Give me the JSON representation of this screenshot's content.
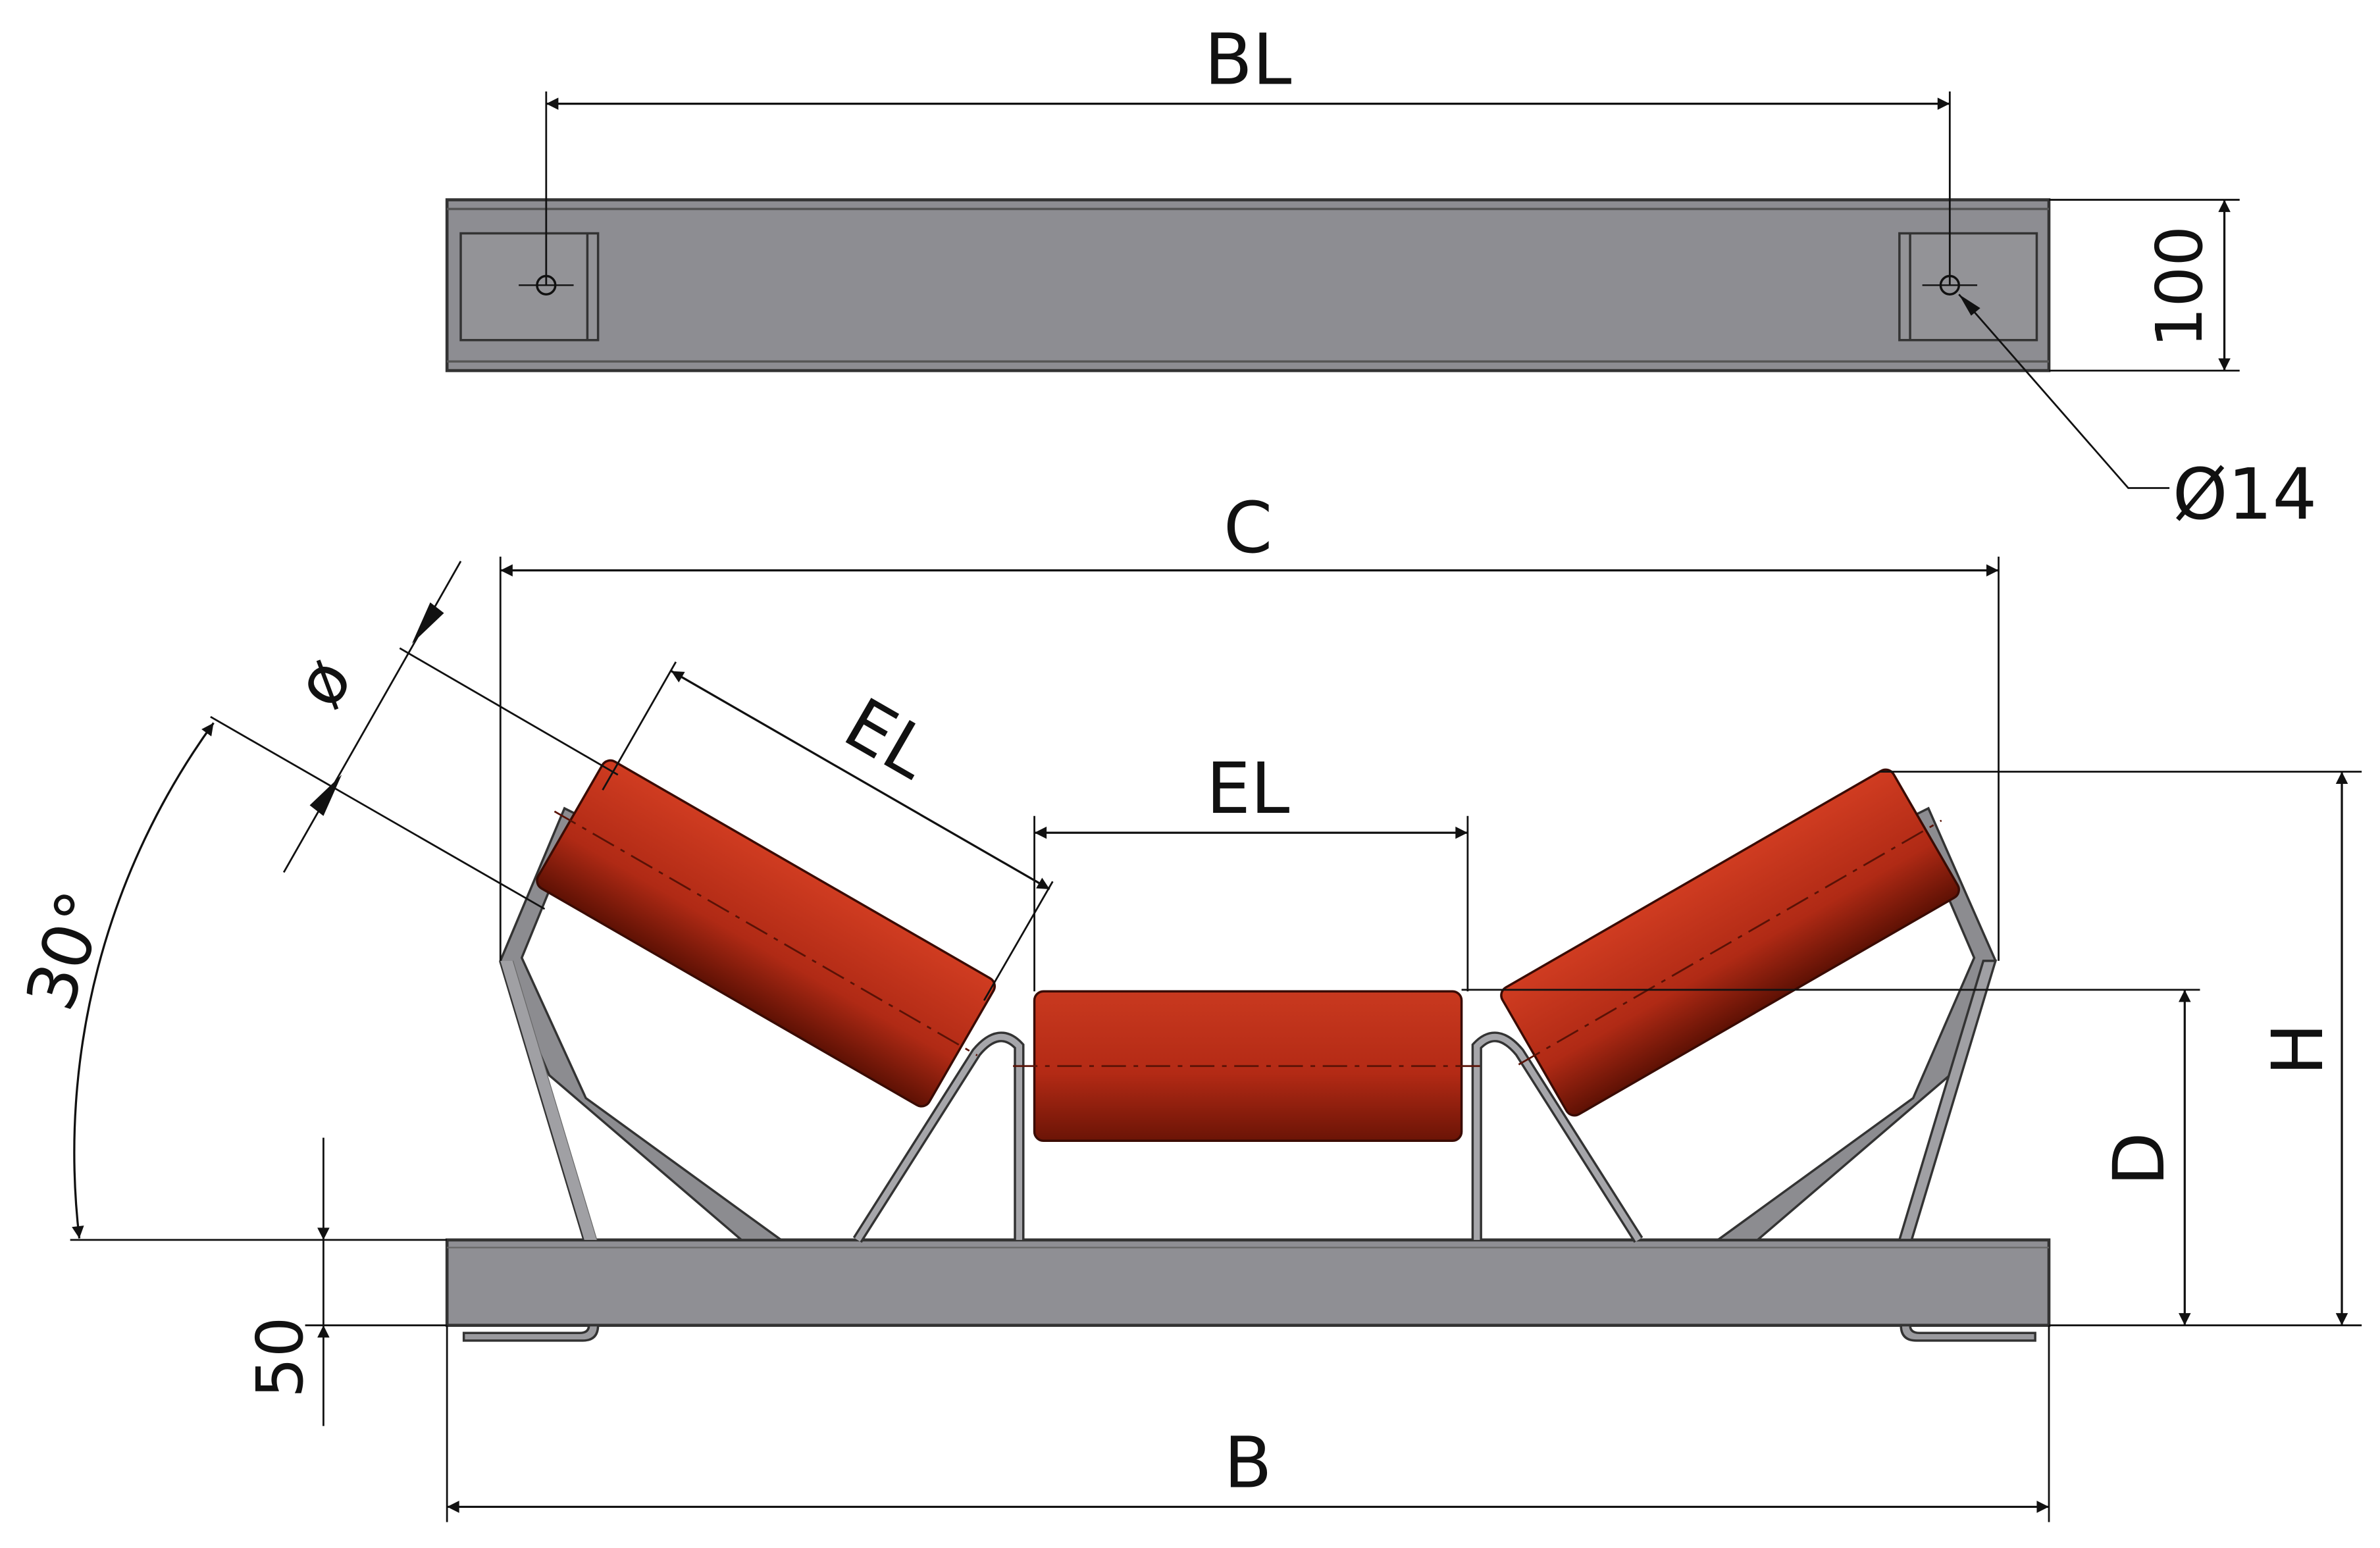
{
  "labels": {
    "bl": "BL",
    "height_100": "100",
    "hole_diameter": "Ø14",
    "c": "C",
    "diameter": "ø",
    "el_side": "EL",
    "el_center": "EL",
    "angle": "30°",
    "h": "H",
    "d": "D",
    "foot_50": "50",
    "b": "B"
  },
  "colors": {
    "roller": "#b5301c",
    "steel": "#8c8c90",
    "line": "#111111"
  }
}
